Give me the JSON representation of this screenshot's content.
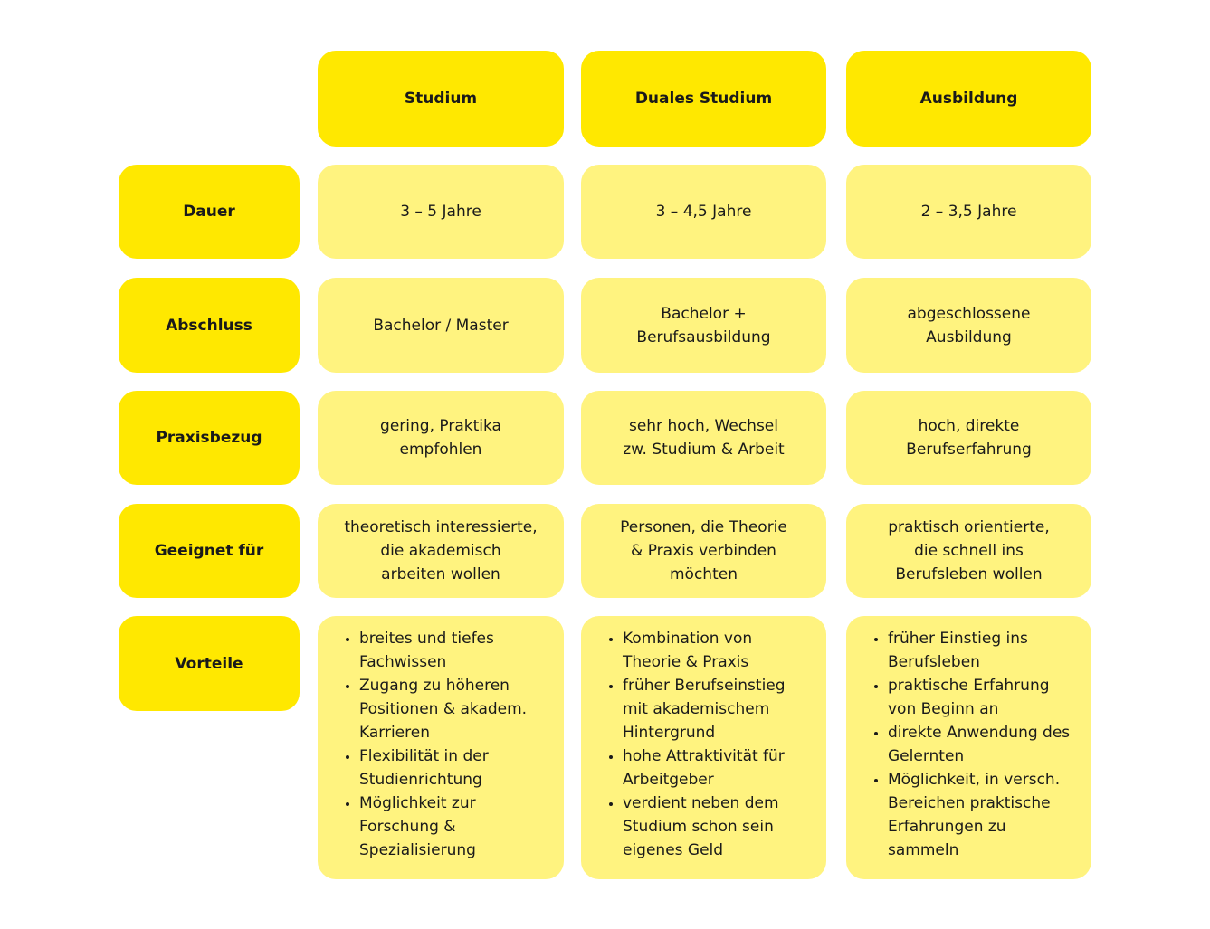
{
  "columns": [
    "Studium",
    "Duales Studium",
    "Ausbildung"
  ],
  "rows": [
    {
      "label": "Dauer",
      "values": [
        "3 – 5 Jahre",
        "3 – 4,5 Jahre",
        "2 – 3,5 Jahre"
      ]
    },
    {
      "label": "Abschluss",
      "values": [
        "Bachelor / Master",
        "Bachelor +\nBerufsausbildung",
        "abgeschlossene\nAusbildung"
      ]
    },
    {
      "label": "Praxisbezug",
      "values": [
        "gering, Praktika\nempfohlen",
        "sehr hoch, Wechsel\nzw. Studium & Arbeit",
        "hoch, direkte\nBerufserfahrung"
      ]
    },
    {
      "label": "Geeignet für",
      "values": [
        "theoretisch interessierte,\ndie akademisch\narbeiten wollen",
        "Personen, die Theorie\n& Praxis verbinden\nmöchten",
        "praktisch orientierte,\ndie schnell ins\nBerufsleben wollen"
      ]
    }
  ],
  "advantages": {
    "label": "Vorteile",
    "lists": [
      [
        "breites und tiefes Fachwissen",
        "Zugang zu höheren Positionen & akadem. Karrieren",
        "Flexibilität in der Studienrichtung",
        "Möglichkeit zur Forschung & Spezialisierung"
      ],
      [
        "Kombination von Theorie & Praxis",
        "früher Berufseinstieg mit akademischem Hintergrund",
        "hohe Attraktivität für Arbeitgeber",
        "verdient neben dem Studium schon sein eigenes Geld"
      ],
      [
        "früher Einstieg ins Berufsleben",
        "praktische Erfahrung von Beginn an",
        "direkte Anwendung des Gelernten",
        "Möglichkeit, in versch. Bereichen praktische Erfahrungen zu sammeln"
      ]
    ]
  },
  "colors": {
    "header": "#ffe800",
    "cell": "#fff37f"
  }
}
